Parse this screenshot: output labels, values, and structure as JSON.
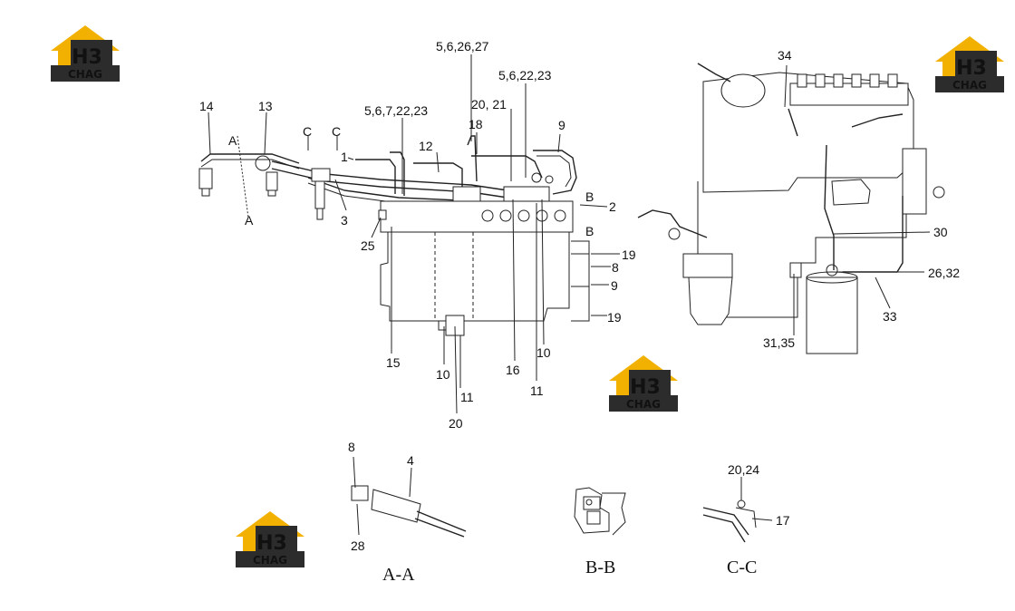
{
  "logo": {
    "mark": "H3",
    "brand": "CHAG",
    "colors": {
      "roof": "#f2b100",
      "dark": "#2c2c2c",
      "text": "#ffffff"
    }
  },
  "callouts": {
    "c14": "14",
    "c13": "13",
    "cA1": "A",
    "cA2": "A",
    "cC1": "C",
    "cC2": "C",
    "c1": "1",
    "c3": "3",
    "c56722": "5,6,7,22,23",
    "c12": "12",
    "c562627": "5,6,26,27",
    "c2021": "20, 21",
    "c18": "18",
    "c562223": "5,6,22,23",
    "c9a": "9",
    "cB1": "B",
    "cB2": "B",
    "c2": "2",
    "c25": "25",
    "c19a": "19",
    "c8a": "8",
    "c9b": "9",
    "c19b": "19",
    "c15": "15",
    "c10a": "10",
    "c11a": "11",
    "c20": "20",
    "c16": "16",
    "c10b": "10",
    "c11b": "11",
    "c34": "34",
    "c30": "30",
    "c2632": "26,32",
    "c33": "33",
    "c3135": "31,35",
    "c8b": "8",
    "c4": "4",
    "c28": "28",
    "c2024": "20,24",
    "c17": "17"
  },
  "sections": {
    "aa": "A-A",
    "bb": "B-B",
    "cc": "C-C"
  }
}
